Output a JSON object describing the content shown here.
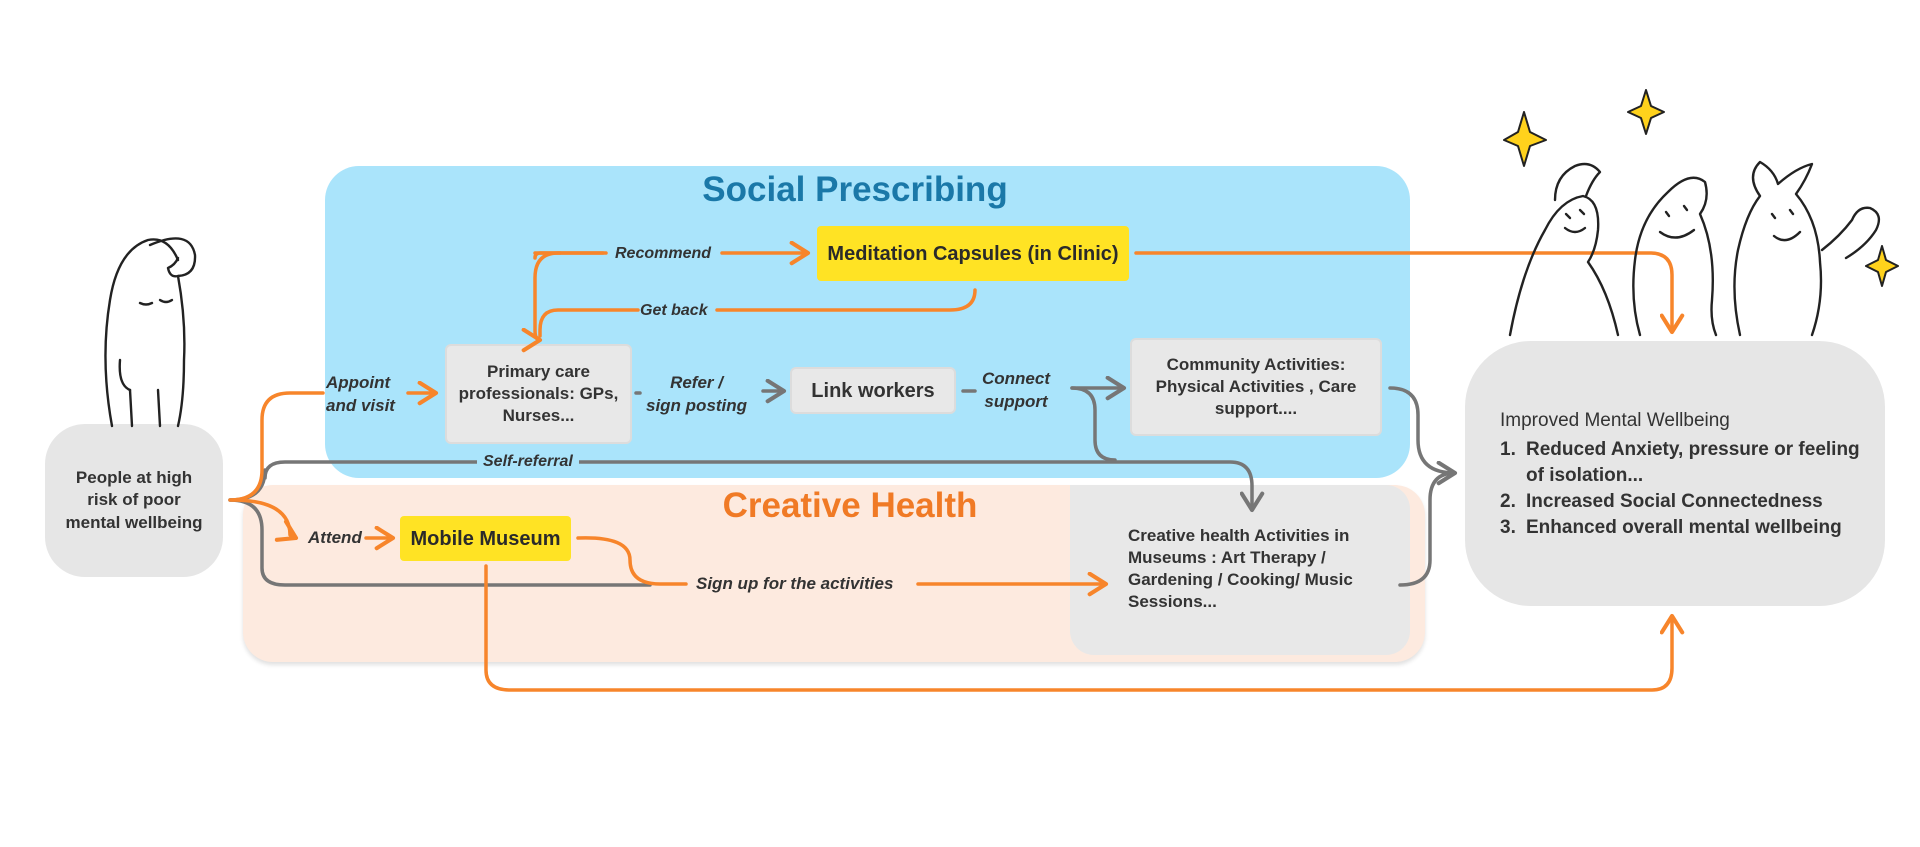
{
  "regions": {
    "social_prescribing": "Social Prescribing",
    "creative_health": "Creative Health"
  },
  "nodes": {
    "people": "People at high risk of poor mental wellbeing",
    "primary_care": "Primary care professionals: GPs, Nurses...",
    "link_workers": "Link workers",
    "community_activities": "Community Activities: Physical Activities , Care support....",
    "meditation_capsules": "Meditation Capsules (in Clinic)",
    "mobile_museum": "Mobile Museum",
    "creative_activities": "Creative health Activities in Museums : Art Therapy / Gardening / Cooking/ Music Sessions..."
  },
  "edges": {
    "recommend": "Recommend",
    "get_back": "Get back",
    "appoint_line1": "Appoint",
    "appoint_line2": "and visit",
    "refer_line1": "Refer /",
    "refer_line2": "sign posting",
    "connect_line1": "Connect",
    "connect_line2": "support",
    "self_referral": "Self-referral",
    "attend": "Attend",
    "sign_up": "Sign up for the activities"
  },
  "outcome": {
    "title": "Improved Mental Wellbeing",
    "items": [
      {
        "num": "1.",
        "text": "Reduced Anxiety, pressure or feeling of isolation..."
      },
      {
        "num": "2.",
        "text": "Increased Social Connectedness"
      },
      {
        "num": "3.",
        "text": "Enhanced overall mental wellbeing"
      }
    ]
  },
  "colors": {
    "social_region": "#aae4fb",
    "creative_region": "#fdeadf",
    "highlight": "#ffe324",
    "orange_arrow": "#f7852b",
    "grey_arrow": "#767676"
  }
}
